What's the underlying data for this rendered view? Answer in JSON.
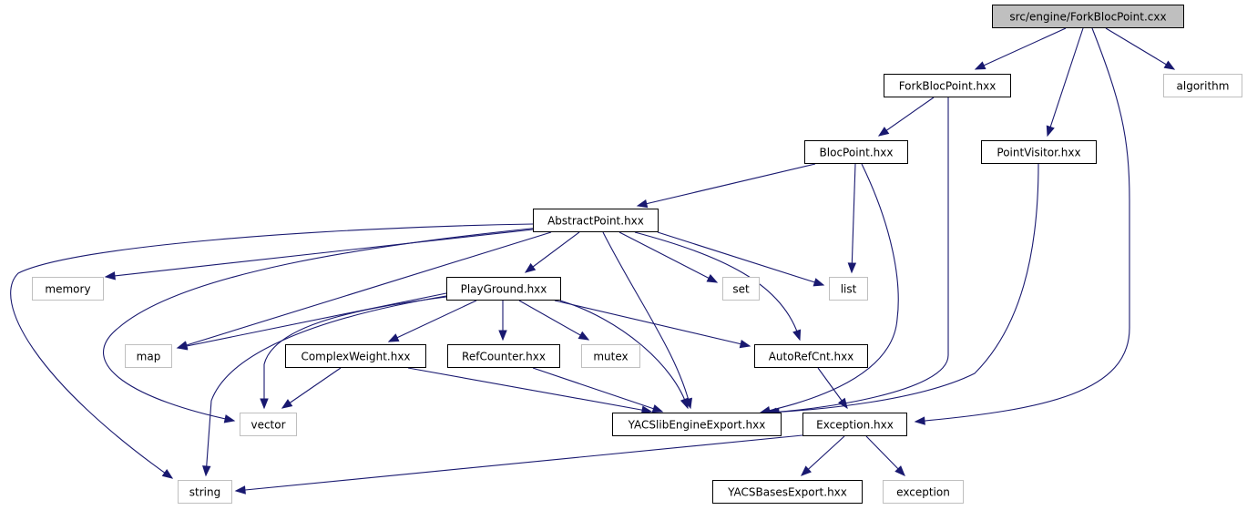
{
  "title": "src/engine/ForkBlocPoint.cxx include dependency graph",
  "colors": {
    "edge": "#191970",
    "root_fill": "#bfbfbf",
    "project_border": "#000000",
    "system_border": "#bfbfbf"
  },
  "nodes": [
    {
      "id": "root",
      "label": "src/engine/ForkBlocPoint.cxx",
      "kind": "root"
    },
    {
      "id": "forkblocpoint_hxx",
      "label": "ForkBlocPoint.hxx",
      "kind": "project"
    },
    {
      "id": "algorithm",
      "label": "algorithm",
      "kind": "system"
    },
    {
      "id": "blocpoint_hxx",
      "label": "BlocPoint.hxx",
      "kind": "project"
    },
    {
      "id": "pointvisitor_hxx",
      "label": "PointVisitor.hxx",
      "kind": "project"
    },
    {
      "id": "abstractpoint_hxx",
      "label": "AbstractPoint.hxx",
      "kind": "project"
    },
    {
      "id": "memory",
      "label": "memory",
      "kind": "system"
    },
    {
      "id": "playground_hxx",
      "label": "PlayGround.hxx",
      "kind": "project"
    },
    {
      "id": "set",
      "label": "set",
      "kind": "system"
    },
    {
      "id": "list",
      "label": "list",
      "kind": "system"
    },
    {
      "id": "map",
      "label": "map",
      "kind": "system"
    },
    {
      "id": "complexweight_hxx",
      "label": "ComplexWeight.hxx",
      "kind": "project"
    },
    {
      "id": "refcounter_hxx",
      "label": "RefCounter.hxx",
      "kind": "project"
    },
    {
      "id": "mutex",
      "label": "mutex",
      "kind": "system"
    },
    {
      "id": "autorefcnt_hxx",
      "label": "AutoRefCnt.hxx",
      "kind": "project"
    },
    {
      "id": "vector",
      "label": "vector",
      "kind": "system"
    },
    {
      "id": "yacslibengineexport_hxx",
      "label": "YACSlibEngineExport.hxx",
      "kind": "project"
    },
    {
      "id": "exception_hxx",
      "label": "Exception.hxx",
      "kind": "project"
    },
    {
      "id": "string",
      "label": "string",
      "kind": "system"
    },
    {
      "id": "yacsbasesexport_hxx",
      "label": "YACSBasesExport.hxx",
      "kind": "project"
    },
    {
      "id": "exception",
      "label": "exception",
      "kind": "system"
    }
  ],
  "edges": [
    {
      "from": "root",
      "to": "forkblocpoint_hxx"
    },
    {
      "from": "root",
      "to": "pointvisitor_hxx"
    },
    {
      "from": "root",
      "to": "exception_hxx"
    },
    {
      "from": "root",
      "to": "algorithm"
    },
    {
      "from": "forkblocpoint_hxx",
      "to": "blocpoint_hxx"
    },
    {
      "from": "forkblocpoint_hxx",
      "to": "yacslibengineexport_hxx"
    },
    {
      "from": "blocpoint_hxx",
      "to": "abstractpoint_hxx"
    },
    {
      "from": "blocpoint_hxx",
      "to": "list"
    },
    {
      "from": "blocpoint_hxx",
      "to": "yacslibengineexport_hxx"
    },
    {
      "from": "pointvisitor_hxx",
      "to": "yacslibengineexport_hxx"
    },
    {
      "from": "abstractpoint_hxx",
      "to": "playground_hxx"
    },
    {
      "from": "abstractpoint_hxx",
      "to": "autorefcnt_hxx"
    },
    {
      "from": "abstractpoint_hxx",
      "to": "yacslibengineexport_hxx"
    },
    {
      "from": "abstractpoint_hxx",
      "to": "map"
    },
    {
      "from": "abstractpoint_hxx",
      "to": "list"
    },
    {
      "from": "abstractpoint_hxx",
      "to": "vector"
    },
    {
      "from": "abstractpoint_hxx",
      "to": "string"
    },
    {
      "from": "abstractpoint_hxx",
      "to": "set"
    },
    {
      "from": "abstractpoint_hxx",
      "to": "memory"
    },
    {
      "from": "playground_hxx",
      "to": "refcounter_hxx"
    },
    {
      "from": "playground_hxx",
      "to": "autorefcnt_hxx"
    },
    {
      "from": "playground_hxx",
      "to": "complexweight_hxx"
    },
    {
      "from": "playground_hxx",
      "to": "yacslibengineexport_hxx"
    },
    {
      "from": "playground_hxx",
      "to": "vector"
    },
    {
      "from": "playground_hxx",
      "to": "map"
    },
    {
      "from": "playground_hxx",
      "to": "string"
    },
    {
      "from": "playground_hxx",
      "to": "mutex"
    },
    {
      "from": "complexweight_hxx",
      "to": "yacslibengineexport_hxx"
    },
    {
      "from": "complexweight_hxx",
      "to": "vector"
    },
    {
      "from": "refcounter_hxx",
      "to": "yacslibengineexport_hxx"
    },
    {
      "from": "autorefcnt_hxx",
      "to": "exception_hxx"
    },
    {
      "from": "exception_hxx",
      "to": "yacsbasesexport_hxx"
    },
    {
      "from": "exception_hxx",
      "to": "string"
    },
    {
      "from": "exception_hxx",
      "to": "exception"
    }
  ]
}
